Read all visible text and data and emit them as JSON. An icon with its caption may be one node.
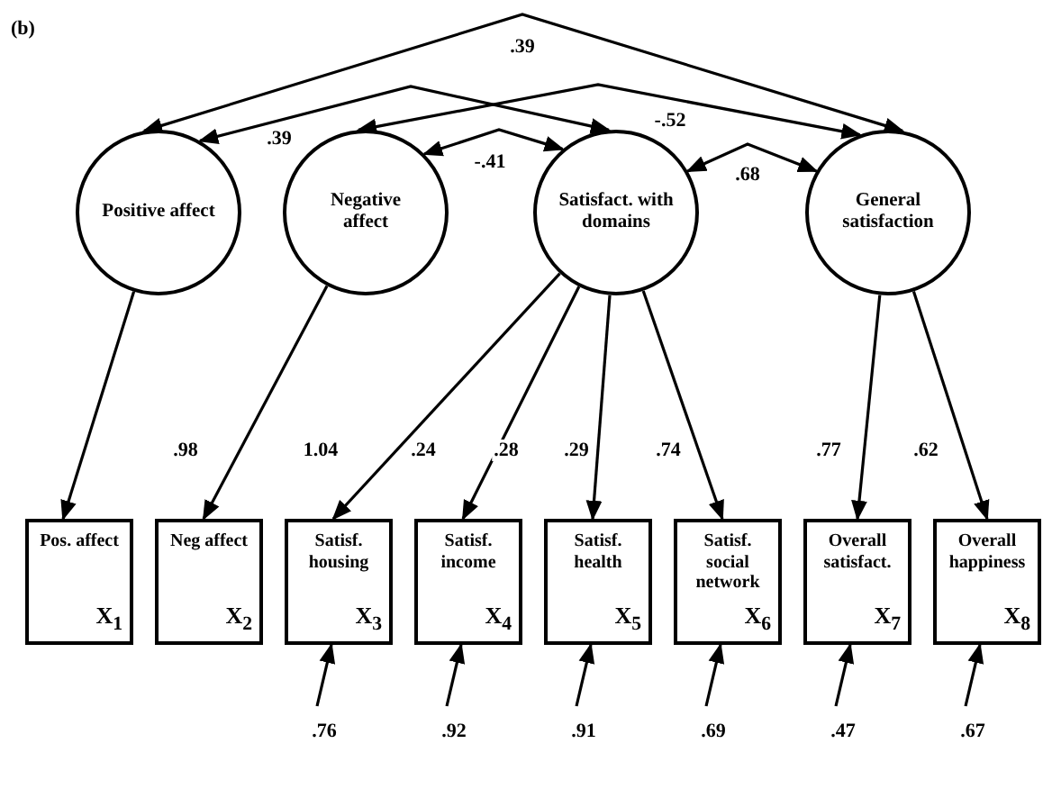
{
  "diagram": {
    "nodes": [
      {
        "text": [
          "Positive affect"
        ]
      },
      {
        "text": [
          "Negative affect"
        ]
      },
      {
        "text": [
          "Satisfact. with domains"
        ]
      },
      {
        "text": [
          "General satisfaction"
        ]
      },
      {
        "text": [
          "Pos. affect",
          "X$_{1}$"
        ]
      },
      {
        "text": [
          "Neg affect",
          "X$_{2}$"
        ]
      },
      {
        "text": [
          "Satisf. housing",
          "X$_{3}$"
        ]
      },
      {
        "text": [
          "Satisf. income",
          "X$_{4}$"
        ]
      },
      {
        "text": [
          "Satisf. health",
          "X$_{5}$"
        ]
      },
      {
        "text": [
          "Satisf. social network",
          "X$_{6}$"
        ]
      },
      {
        "text": [
          "Overall satisfact.",
          "X$_{7}$"
        ]
      },
      {
        "text": [
          "Overall happiness",
          "X$_{8}$"
        ]
      }
    ],
    "edges": [
      {
        "from": 0,
        "to": 3,
        "arrow": "both",
        "label": ".39"
      },
      {
        "from": 0,
        "to": 2,
        "arrow": "both",
        "label": ".39"
      },
      {
        "from": 1,
        "to": 3,
        "arrow": "both",
        "label": "-.52"
      },
      {
        "from": 1,
        "to": 2,
        "arrow": "both",
        "label": "-.41"
      },
      {
        "from": 2,
        "to": 3,
        "arrow": "both",
        "label": ".68"
      },
      {
        "from": 0,
        "to": 4,
        "arrow": "to",
        "label": ".98"
      },
      {
        "from": 1,
        "to": 5,
        "arrow": "to",
        "label": "1.04"
      },
      {
        "from": 2,
        "to": 6,
        "arrow": "to",
        "label": ".24"
      },
      {
        "from": 2,
        "to": 7,
        "arrow": "to",
        "label": ".28"
      },
      {
        "from": 2,
        "to": 8,
        "arrow": "to",
        "label": ".29"
      },
      {
        "from": 2,
        "to": 9,
        "arrow": "to",
        "label": ".74"
      },
      {
        "from": 3,
        "to": 10,
        "arrow": "to",
        "label": ".77"
      },
      {
        "from": 3,
        "to": 11,
        "arrow": "to",
        "label": ".62"
      },
      {
        "from": null,
        "to": 6,
        "arrow": "to",
        "label": ".76"
      },
      {
        "from": null,
        "to": 7,
        "arrow": "to",
        "label": ".92"
      },
      {
        "from": null,
        "to": 8,
        "arrow": "to",
        "label": ".91"
      },
      {
        "from": null,
        "to": 9,
        "arrow": "to",
        "label": ".69"
      },
      {
        "from": null,
        "to": 10,
        "arrow": "to",
        "label": ".47"
      },
      {
        "from": null,
        "to": 11,
        "arrow": "to",
        "label": ".67"
      }
    ],
    "labels": [
      "(b)"
    ]
  }
}
